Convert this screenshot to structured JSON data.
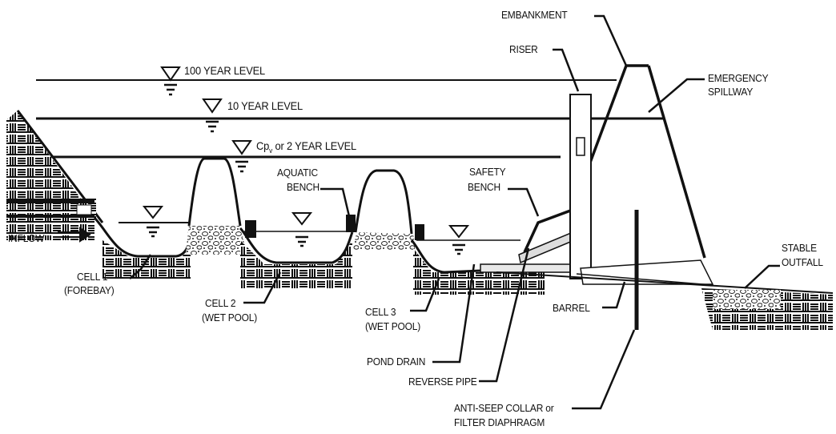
{
  "levels": {
    "year100": "100 YEAR LEVEL",
    "year10": "10 YEAR LEVEL",
    "cp_prefix": "Cp",
    "cp_sub": "v",
    "cp_suffix": " or 2 YEAR LEVEL"
  },
  "labels": {
    "embankment": "EMBANKMENT",
    "riser": "RISER",
    "emergency_spillway_1": "EMERGENCY",
    "emergency_spillway_2": "SPILLWAY",
    "aquatic_bench_1": "AQUATIC",
    "aquatic_bench_2": "BENCH",
    "safety_bench_1": "SAFETY",
    "safety_bench_2": "BENCH",
    "inflow": "INFLOW",
    "cell1_1": "CELL 1",
    "cell1_2": "(FOREBAY)",
    "cell2_1": "CELL 2",
    "cell2_2": "(WET POOL)",
    "cell3_1": "CELL 3",
    "cell3_2": "(WET POOL)",
    "pond_drain": "POND DRAIN",
    "reverse_pipe": "REVERSE PIPE",
    "barrel": "BARREL",
    "anti_seep_1": "ANTI-SEEP COLLAR or",
    "anti_seep_2": "FILTER DIAPHRAGM",
    "stable_outfall_1": "STABLE",
    "stable_outfall_2": "OUTFALL"
  },
  "colors": {
    "ink": "#111111",
    "background": "#ffffff"
  }
}
